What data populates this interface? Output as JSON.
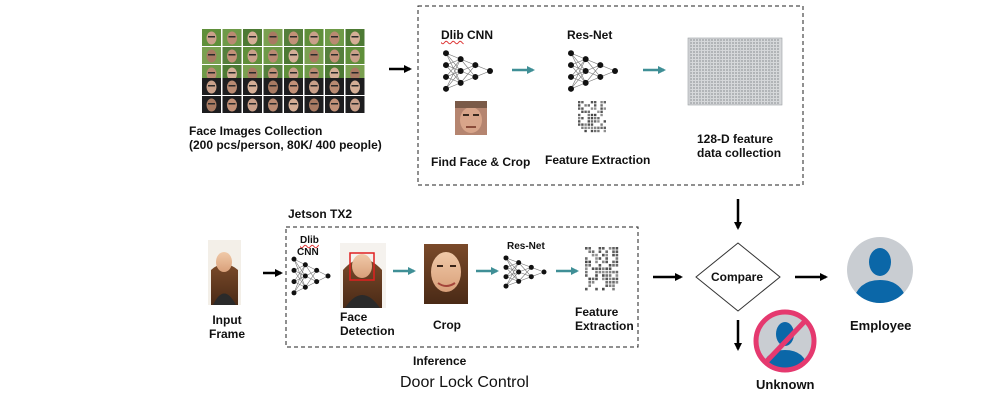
{
  "top": {
    "collection_label_1": "Face Images Collection",
    "collection_label_2": "(200 pcs/person, 80K/ 400 people)",
    "dlib_cnn_word1": "Dlib",
    "dlib_cnn_word2": "CNN",
    "resnet_label": "Res-Net",
    "find_face_label": "Find  Face & Crop",
    "feature_extraction_label": "Feature  Extraction",
    "feature_data_label_1": "128-D feature",
    "feature_data_label_2": "data collection"
  },
  "bottom": {
    "jetson_label": "Jetson TX2",
    "input_frame_1": "Input",
    "input_frame_2": "Frame",
    "dlib_word": "Dlib",
    "cnn_word": "CNN",
    "face_detection_1": "Face",
    "face_detection_2": "Detection",
    "crop_label": "Crop",
    "resnet_label": "Res-Net",
    "feature_extraction_1": "Feature",
    "feature_extraction_2": "Extraction",
    "inference_label": "Inference",
    "door_lock_label": "Door Lock Control"
  },
  "decision": {
    "compare_label": "Compare",
    "employee_label": "Employee",
    "unknown_label": "Unknown"
  },
  "colors": {
    "teal_arrow": "#3f8f96",
    "employee_circle": "#c9cdd2",
    "person_blue": "#0b67a8",
    "unknown_ring": "#e5396f"
  }
}
